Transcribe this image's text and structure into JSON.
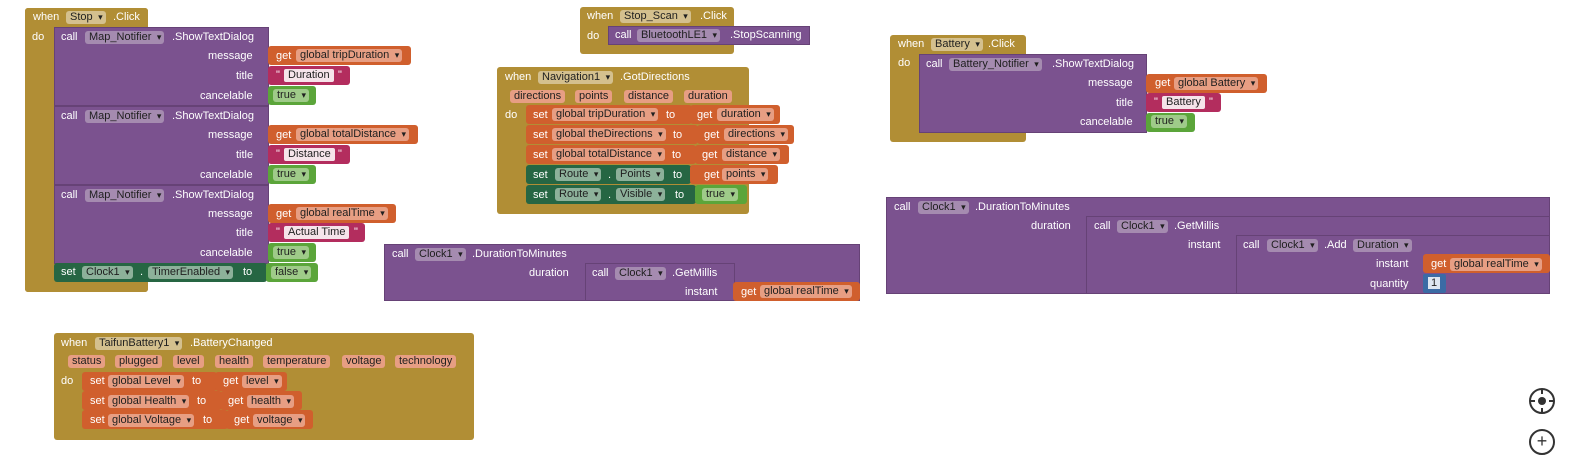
{
  "kw": {
    "when": "when",
    "do": "do",
    "call": "call",
    "set": "set",
    "get": "get",
    "to": "to"
  },
  "stop": {
    "comp": "Stop",
    "event": ".Click",
    "notifier": "Map_Notifier",
    "method": ".ShowTextDialog",
    "message": "message",
    "title": "title",
    "cancelable": "cancelable",
    "d1": {
      "var": "global tripDuration",
      "title": "Duration",
      "cancel": "true"
    },
    "d2": {
      "var": "global totalDistance",
      "title": "Distance",
      "cancel": "true"
    },
    "d3": {
      "var": "global realTime",
      "title": "Actual Time",
      "cancel": "true"
    },
    "clock": "Clock1",
    "prop": "TimerEnabled",
    "val": "false"
  },
  "stopscan": {
    "comp": "Stop_Scan",
    "event": ".Click",
    "ble": "BluetoothLE1",
    "method": ".StopScanning"
  },
  "nav": {
    "comp": "Navigation1",
    "event": ".GotDirections",
    "params": [
      "directions",
      "points",
      "distance",
      "duration"
    ],
    "rows": [
      {
        "var": "global tripDuration",
        "val": "duration"
      },
      {
        "var": "global theDirections",
        "val": "directions"
      },
      {
        "var": "global totalDistance",
        "val": "distance"
      }
    ],
    "route": "Route",
    "p1": "Points",
    "v1": "points",
    "p2": "Visible",
    "v2": "true"
  },
  "clockA": {
    "clock": "Clock1",
    "method1": ".DurationToMinutes",
    "duration": "duration",
    "method2": ".GetMillis",
    "instant": "instant",
    "var": "global realTime"
  },
  "battery": {
    "comp": "Battery",
    "event": ".Click",
    "notifier": "Battery_Notifier",
    "method": ".ShowTextDialog",
    "message": "message",
    "title": "title",
    "cancelable": "cancelable",
    "var": "global Battery",
    "text": "Battery",
    "cancel": "true"
  },
  "clockB": {
    "clock": "Clock1",
    "method1": ".DurationToMinutes",
    "duration": "duration",
    "method2": ".GetMillis",
    "instant": "instant",
    "method3": ".Add",
    "unit": "Duration",
    "instant2": "instant",
    "var": "global realTime",
    "quantity": "quantity",
    "qval": "1"
  },
  "taifun": {
    "comp": "TaifunBattery1",
    "event": ".BatteryChanged",
    "params": [
      "status",
      "plugged",
      "level",
      "health",
      "temperature",
      "voltage",
      "technology"
    ],
    "rows": [
      {
        "var": "global Level",
        "val": "level"
      },
      {
        "var": "global Health",
        "val": "health"
      },
      {
        "var": "global Voltage",
        "val": "voltage"
      }
    ]
  }
}
